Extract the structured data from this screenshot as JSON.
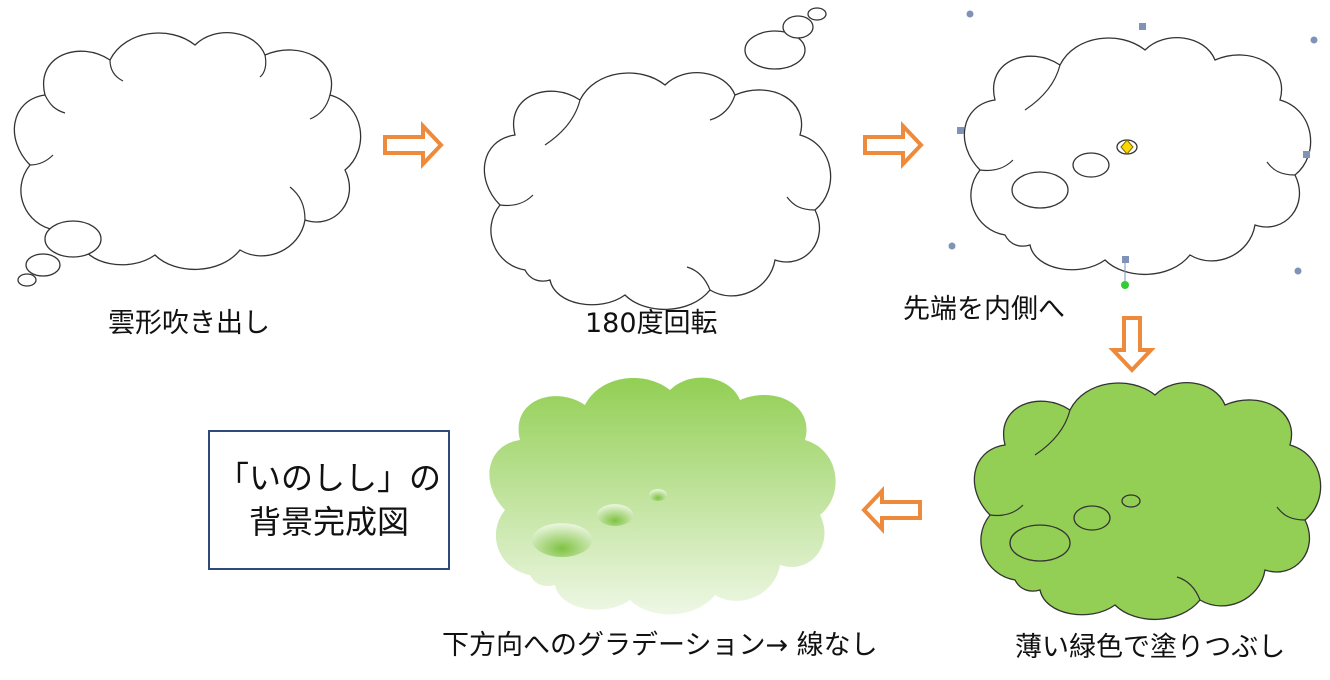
{
  "steps": [
    {
      "caption": "雲形吹き出し"
    },
    {
      "caption": "180度回転"
    },
    {
      "caption": "先端を内側へ"
    },
    {
      "caption": "薄い緑色で塗りつぶし"
    },
    {
      "caption": "下方向へのグラデーション→ 線なし"
    }
  ],
  "result_box": {
    "line1": "「いのしし」の",
    "line2": "背景完成図"
  },
  "colors": {
    "arrow": "#ee8a3c",
    "fill_green": "#92cf54",
    "grad_top": "#92cf54",
    "grad_bottom": "#eef7e5",
    "outline": "#333333",
    "handle": "#7f93b8",
    "box_border": "#2e4a7a"
  }
}
